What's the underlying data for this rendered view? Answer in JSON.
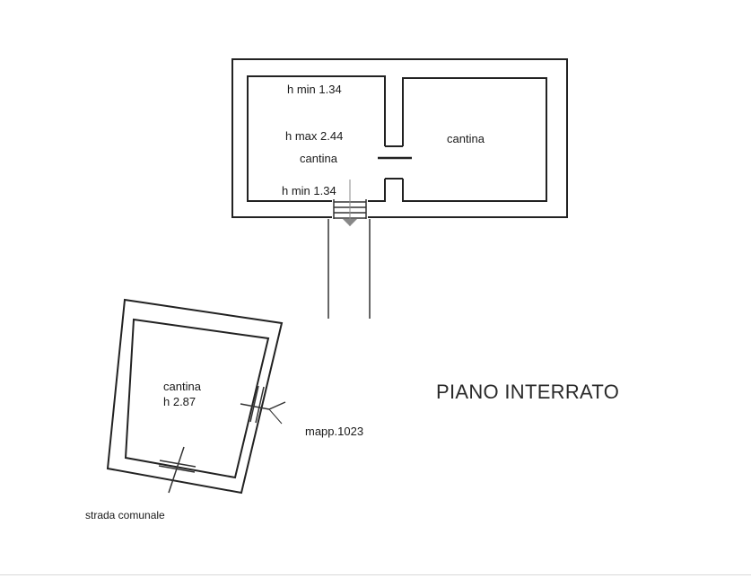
{
  "floor_title": "PIANO INTERRATO",
  "upper_building": {
    "left_room": {
      "h_min_top": "h min 1.34",
      "h_max": "h max 2.44",
      "name": "cantina",
      "h_min_bottom": "h min 1.34"
    },
    "right_room": {
      "name": "cantina"
    }
  },
  "lower_building": {
    "room_name": "cantina",
    "height": "h 2.87"
  },
  "parcel_label": "mapp.1023",
  "road_label": "strada comunale"
}
